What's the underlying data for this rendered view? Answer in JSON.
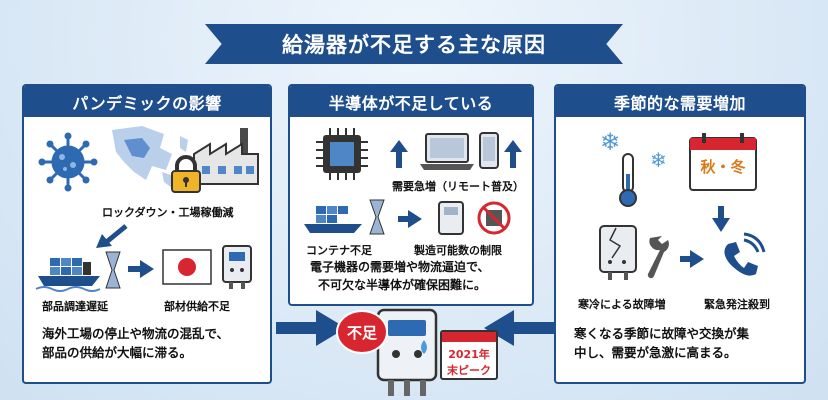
{
  "title": "給湯器が不足する主な原因",
  "colors": {
    "navy": "#1f4e8c",
    "red": "#d7262f",
    "blue": "#2d6ab1",
    "bg": "#dbe9f6"
  },
  "panels": {
    "pandemic": {
      "header": "パンデミックの影響",
      "lockdown_label": "ロックダウン・工場稼働減",
      "delay_label": "部品調達遅延",
      "shortage_label": "部材供給不足",
      "description_line1": "海外工場の停止や物流の混乱で、",
      "description_line2": "部品の供給が大幅に滞る。"
    },
    "semiconductor": {
      "header": "半導体が不足している",
      "demand_label": "需要急増（リモート普及）",
      "container_label": "コンテナ不足",
      "production_label": "製造可能数の制限",
      "description_line1": "電子機器の需要増や物流逼迫で、",
      "description_line2": "不可欠な半導体が確保困難に。"
    },
    "seasonal": {
      "header": "季節的な需要増加",
      "calendar_text": "秋・冬",
      "failure_label": "寒冷による故障増",
      "orders_label": "緊急発注殺到",
      "description_line1": "寒くなる季節に故障や交換が集",
      "description_line2": "中し、需要が急激に高まる。"
    }
  },
  "center": {
    "badge": "不足",
    "calendar_line1": "2021年",
    "calendar_line2": "末ピーク"
  }
}
